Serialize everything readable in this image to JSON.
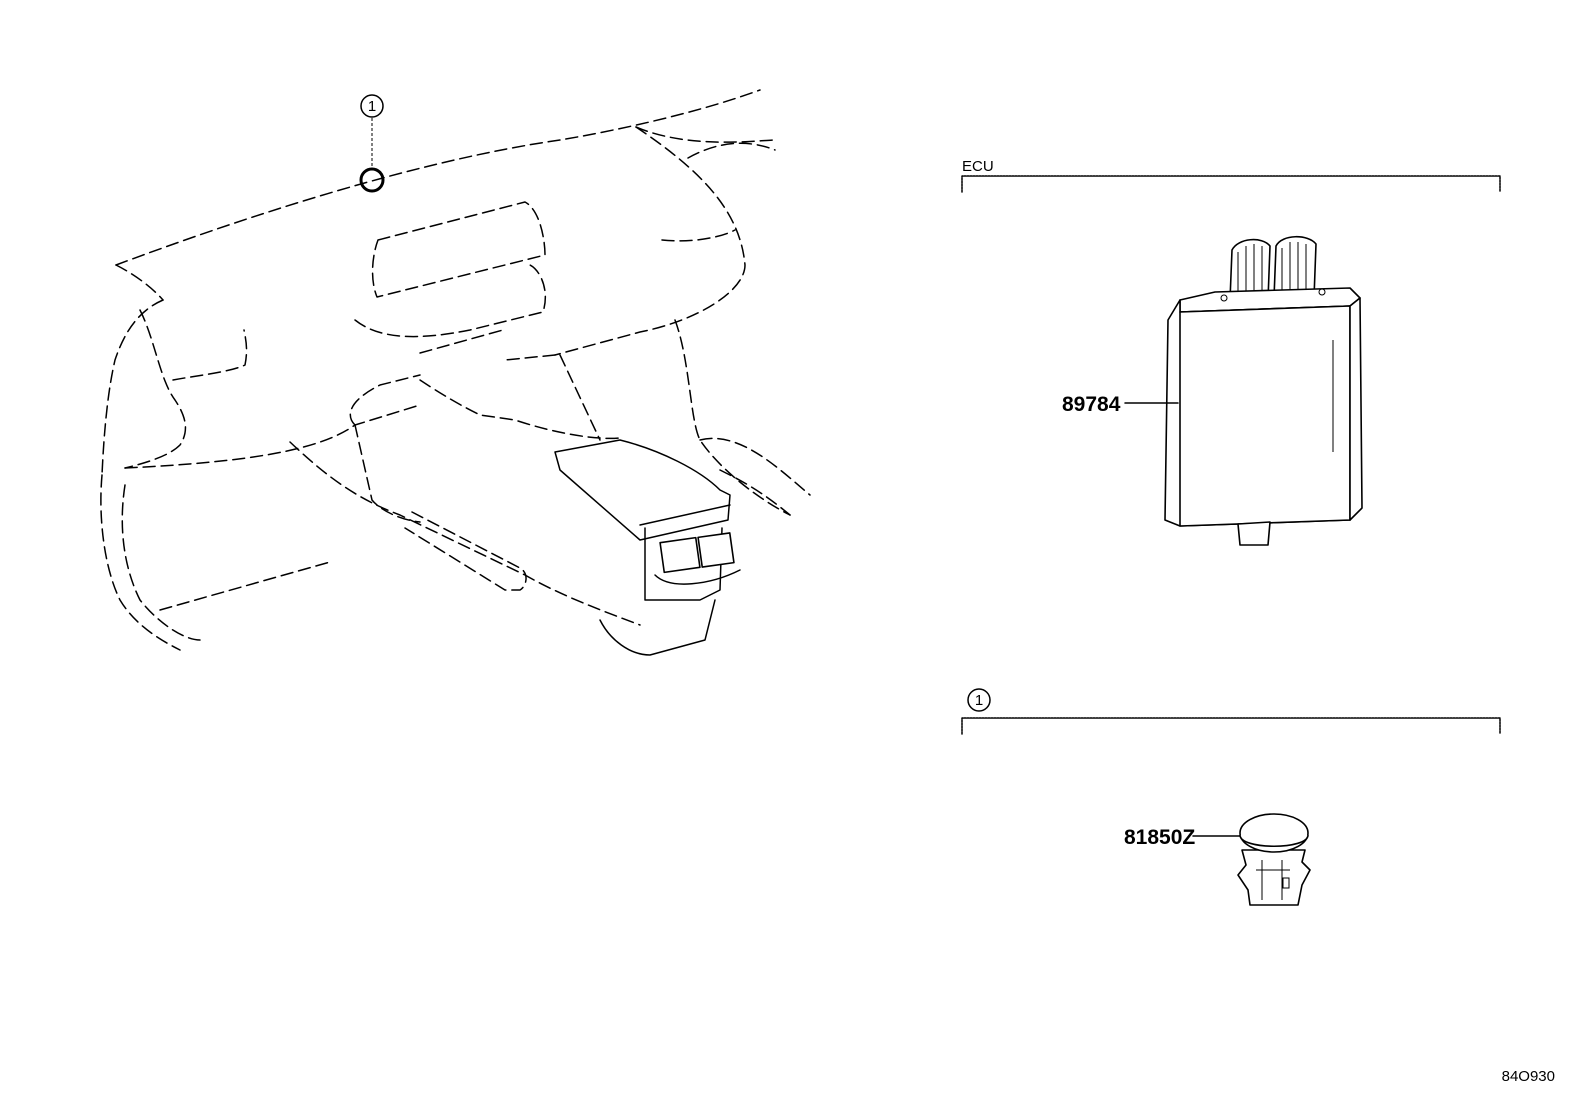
{
  "callout": {
    "number": "1"
  },
  "sections": {
    "ecu": {
      "title": "ECU"
    },
    "item1": {
      "number": "1"
    }
  },
  "parts": {
    "ecu_part_number": "89784",
    "sensor_part_number": "81850Z"
  },
  "illustration_code": "84O930"
}
